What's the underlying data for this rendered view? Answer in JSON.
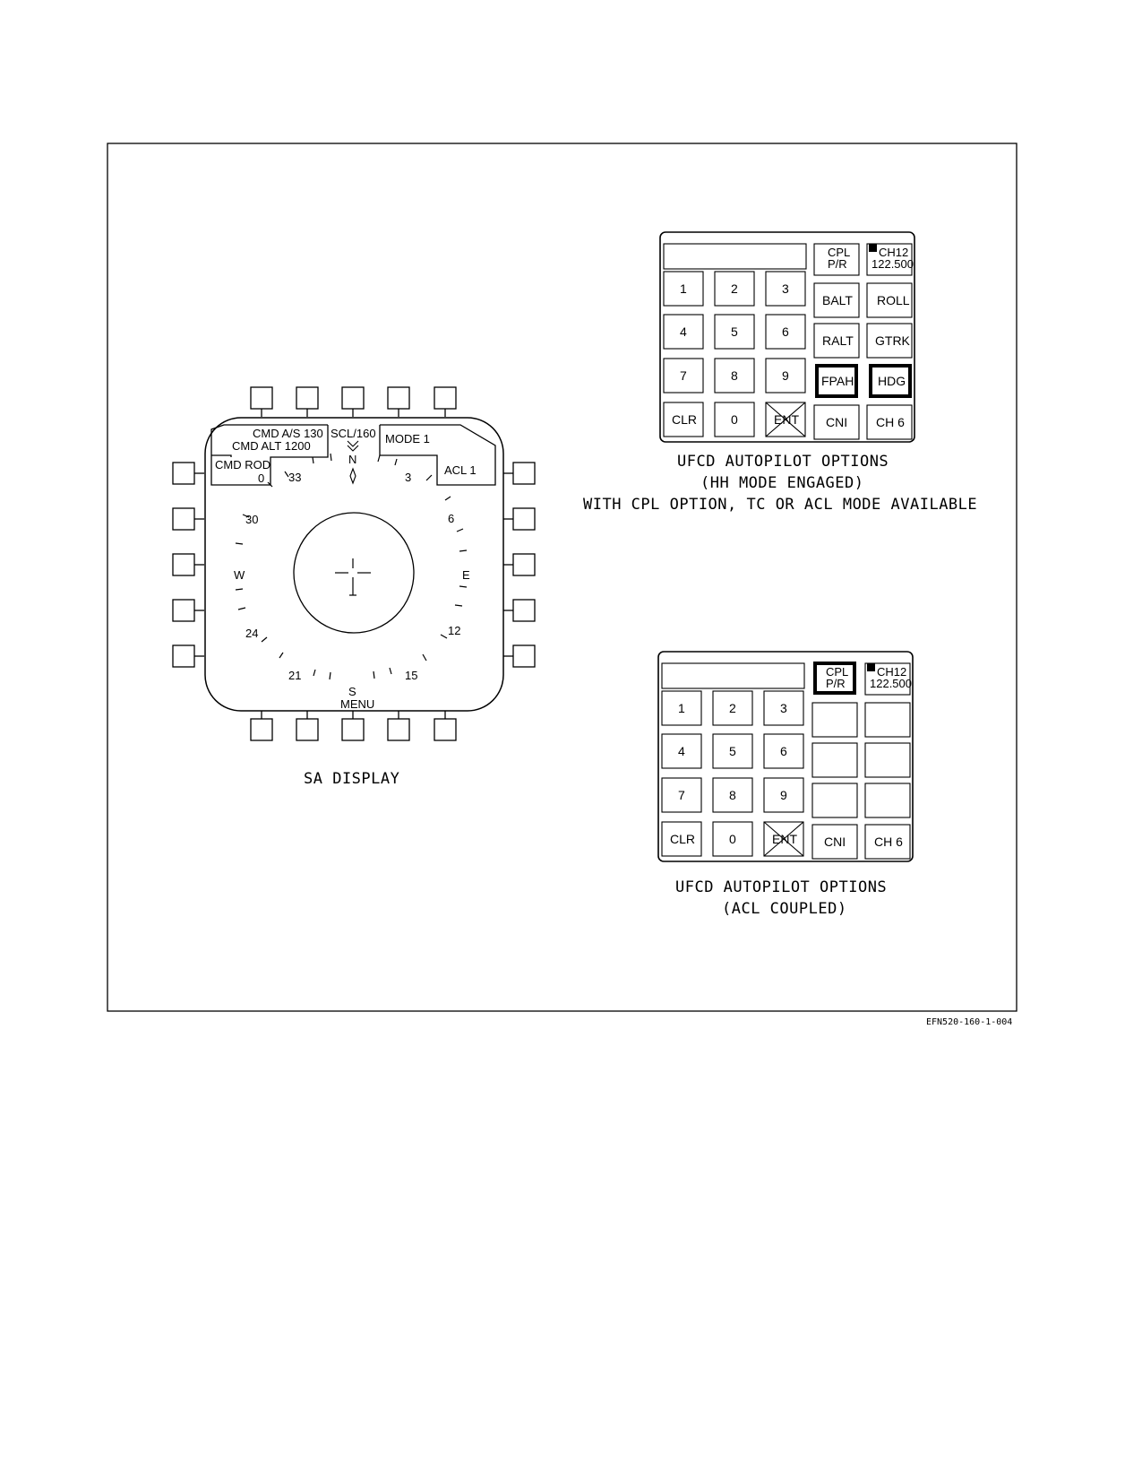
{
  "figure_id": "EFN520-160-1-004",
  "sa_display": {
    "caption": "SA DISPLAY",
    "cmd_as": "CMD A/S 130",
    "cmd_alt": "CMD ALT 1200",
    "cmd_rod_label": "CMD ROD",
    "cmd_rod_value": "0",
    "scale": "SCL/160",
    "mode": "MODE 1",
    "acl": "ACL 1",
    "menu": "MENU",
    "north": "N",
    "compass": {
      "n33": "33",
      "n3": "3",
      "n30": "30",
      "n6": "6",
      "w": "W",
      "e": "E",
      "n24": "24",
      "n12": "12",
      "n21": "21",
      "n15": "15",
      "s": "S"
    }
  },
  "ufcd_top": {
    "caption_line1": "UFCD AUTOPILOT OPTIONS",
    "caption_line2": "(HH MODE ENGAGED)",
    "caption_line3": "WITH CPL OPTION, TC OR ACL MODE AVAILABLE",
    "cpl_line1": "CPL",
    "cpl_line2": "P/R",
    "ch_line1": "CH12",
    "ch_line2": "122.500",
    "keys": [
      "1",
      "2",
      "3",
      "4",
      "5",
      "6",
      "7",
      "8",
      "9",
      "CLR",
      "0",
      "ENT"
    ],
    "balt": "BALT",
    "roll": "ROLL",
    "ralt": "RALT",
    "gtrk": "GTRK",
    "fpah": "FPAH",
    "hdg": "HDG",
    "cni": "CNI",
    "ch6": "CH 6"
  },
  "ufcd_bottom": {
    "caption_line1": "UFCD AUTOPILOT OPTIONS",
    "caption_line2": "(ACL COUPLED)",
    "cpl_line1": "CPL",
    "cpl_line2": "P/R",
    "ch_line1": "CH12",
    "ch_line2": "122.500",
    "keys": [
      "1",
      "2",
      "3",
      "4",
      "5",
      "6",
      "7",
      "8",
      "9",
      "CLR",
      "0",
      "ENT"
    ],
    "cni": "CNI",
    "ch6": "CH 6"
  }
}
